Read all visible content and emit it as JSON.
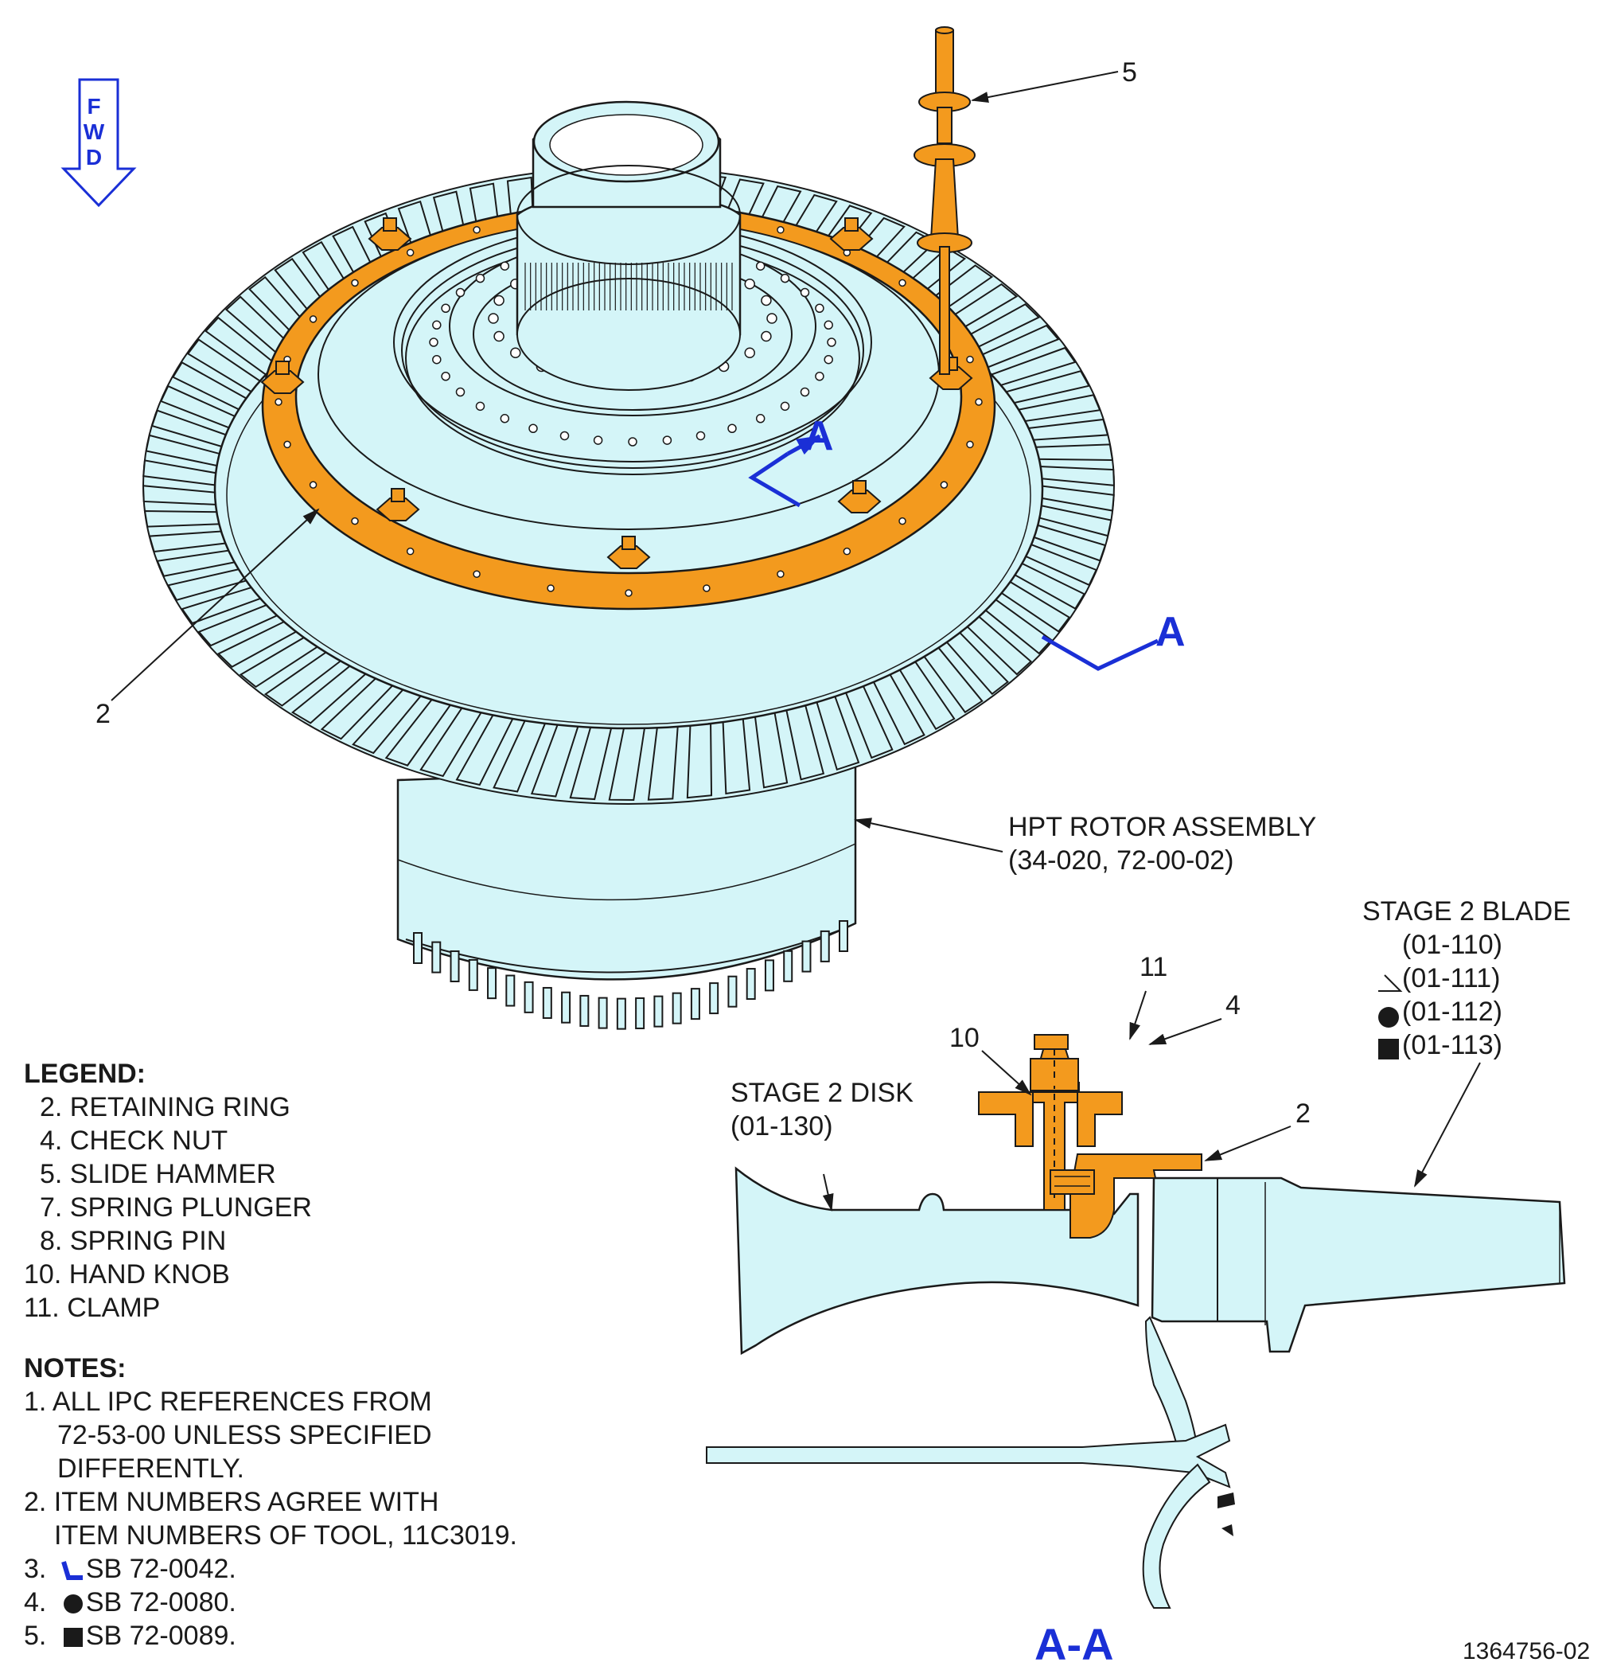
{
  "fwd_arrow": {
    "letters": [
      "F",
      "W",
      "D"
    ]
  },
  "callouts": {
    "item_5": "5",
    "item_2_top": "2",
    "item_11": "11",
    "item_4": "4",
    "item_10": "10",
    "item_2_section": "2"
  },
  "section_markers": {
    "cut_upper": "A",
    "cut_lower": "A",
    "view_title": "A-A"
  },
  "labels": {
    "hpt_rotor": [
      "HPT ROTOR ASSEMBLY",
      "(34-020, 72-00-02)"
    ],
    "stage2_disk": [
      "STAGE 2 DISK",
      "(01-130)"
    ],
    "stage2_blade": {
      "title": "STAGE 2 BLADE",
      "refs": [
        {
          "symbol": "none",
          "text": "(01-110)"
        },
        {
          "symbol": "sb-0042-mark",
          "text": "(01-111)"
        },
        {
          "symbol": "filled-circle",
          "text": "(01-112)"
        },
        {
          "symbol": "filled-square",
          "text": "(01-113)"
        }
      ]
    }
  },
  "legend": {
    "heading": "LEGEND:",
    "items": [
      "2. RETAINING RING",
      "4. CHECK NUT",
      "5. SLIDE HAMMER",
      "7. SPRING PLUNGER",
      "8. SPRING PIN",
      "10. HAND KNOB",
      "11. CLAMP"
    ]
  },
  "notes": {
    "heading": "NOTES:",
    "items": [
      "1. ALL IPC REFERENCES FROM",
      "72-53-00 UNLESS SPECIFIED",
      "DIFFERENTLY.",
      "2. ITEM NUMBERS AGREE WITH",
      "ITEM NUMBERS OF TOOL, 11C3019."
    ],
    "sb_notes": [
      {
        "num": "3.",
        "symbol": "sb-0042-mark",
        "text": "SB 72-0042."
      },
      {
        "num": "4.",
        "symbol": "filled-circle",
        "text": "SB 72-0080."
      },
      {
        "num": "5.",
        "symbol": "filled-square",
        "text": "SB 72-0089."
      }
    ]
  },
  "figure_number": "1364756-02",
  "colors": {
    "part_fill": "#d4f5f8",
    "tool_orange": "#f39a1e",
    "section_blue": "#1a2fd6",
    "line": "#1a1a1a"
  }
}
